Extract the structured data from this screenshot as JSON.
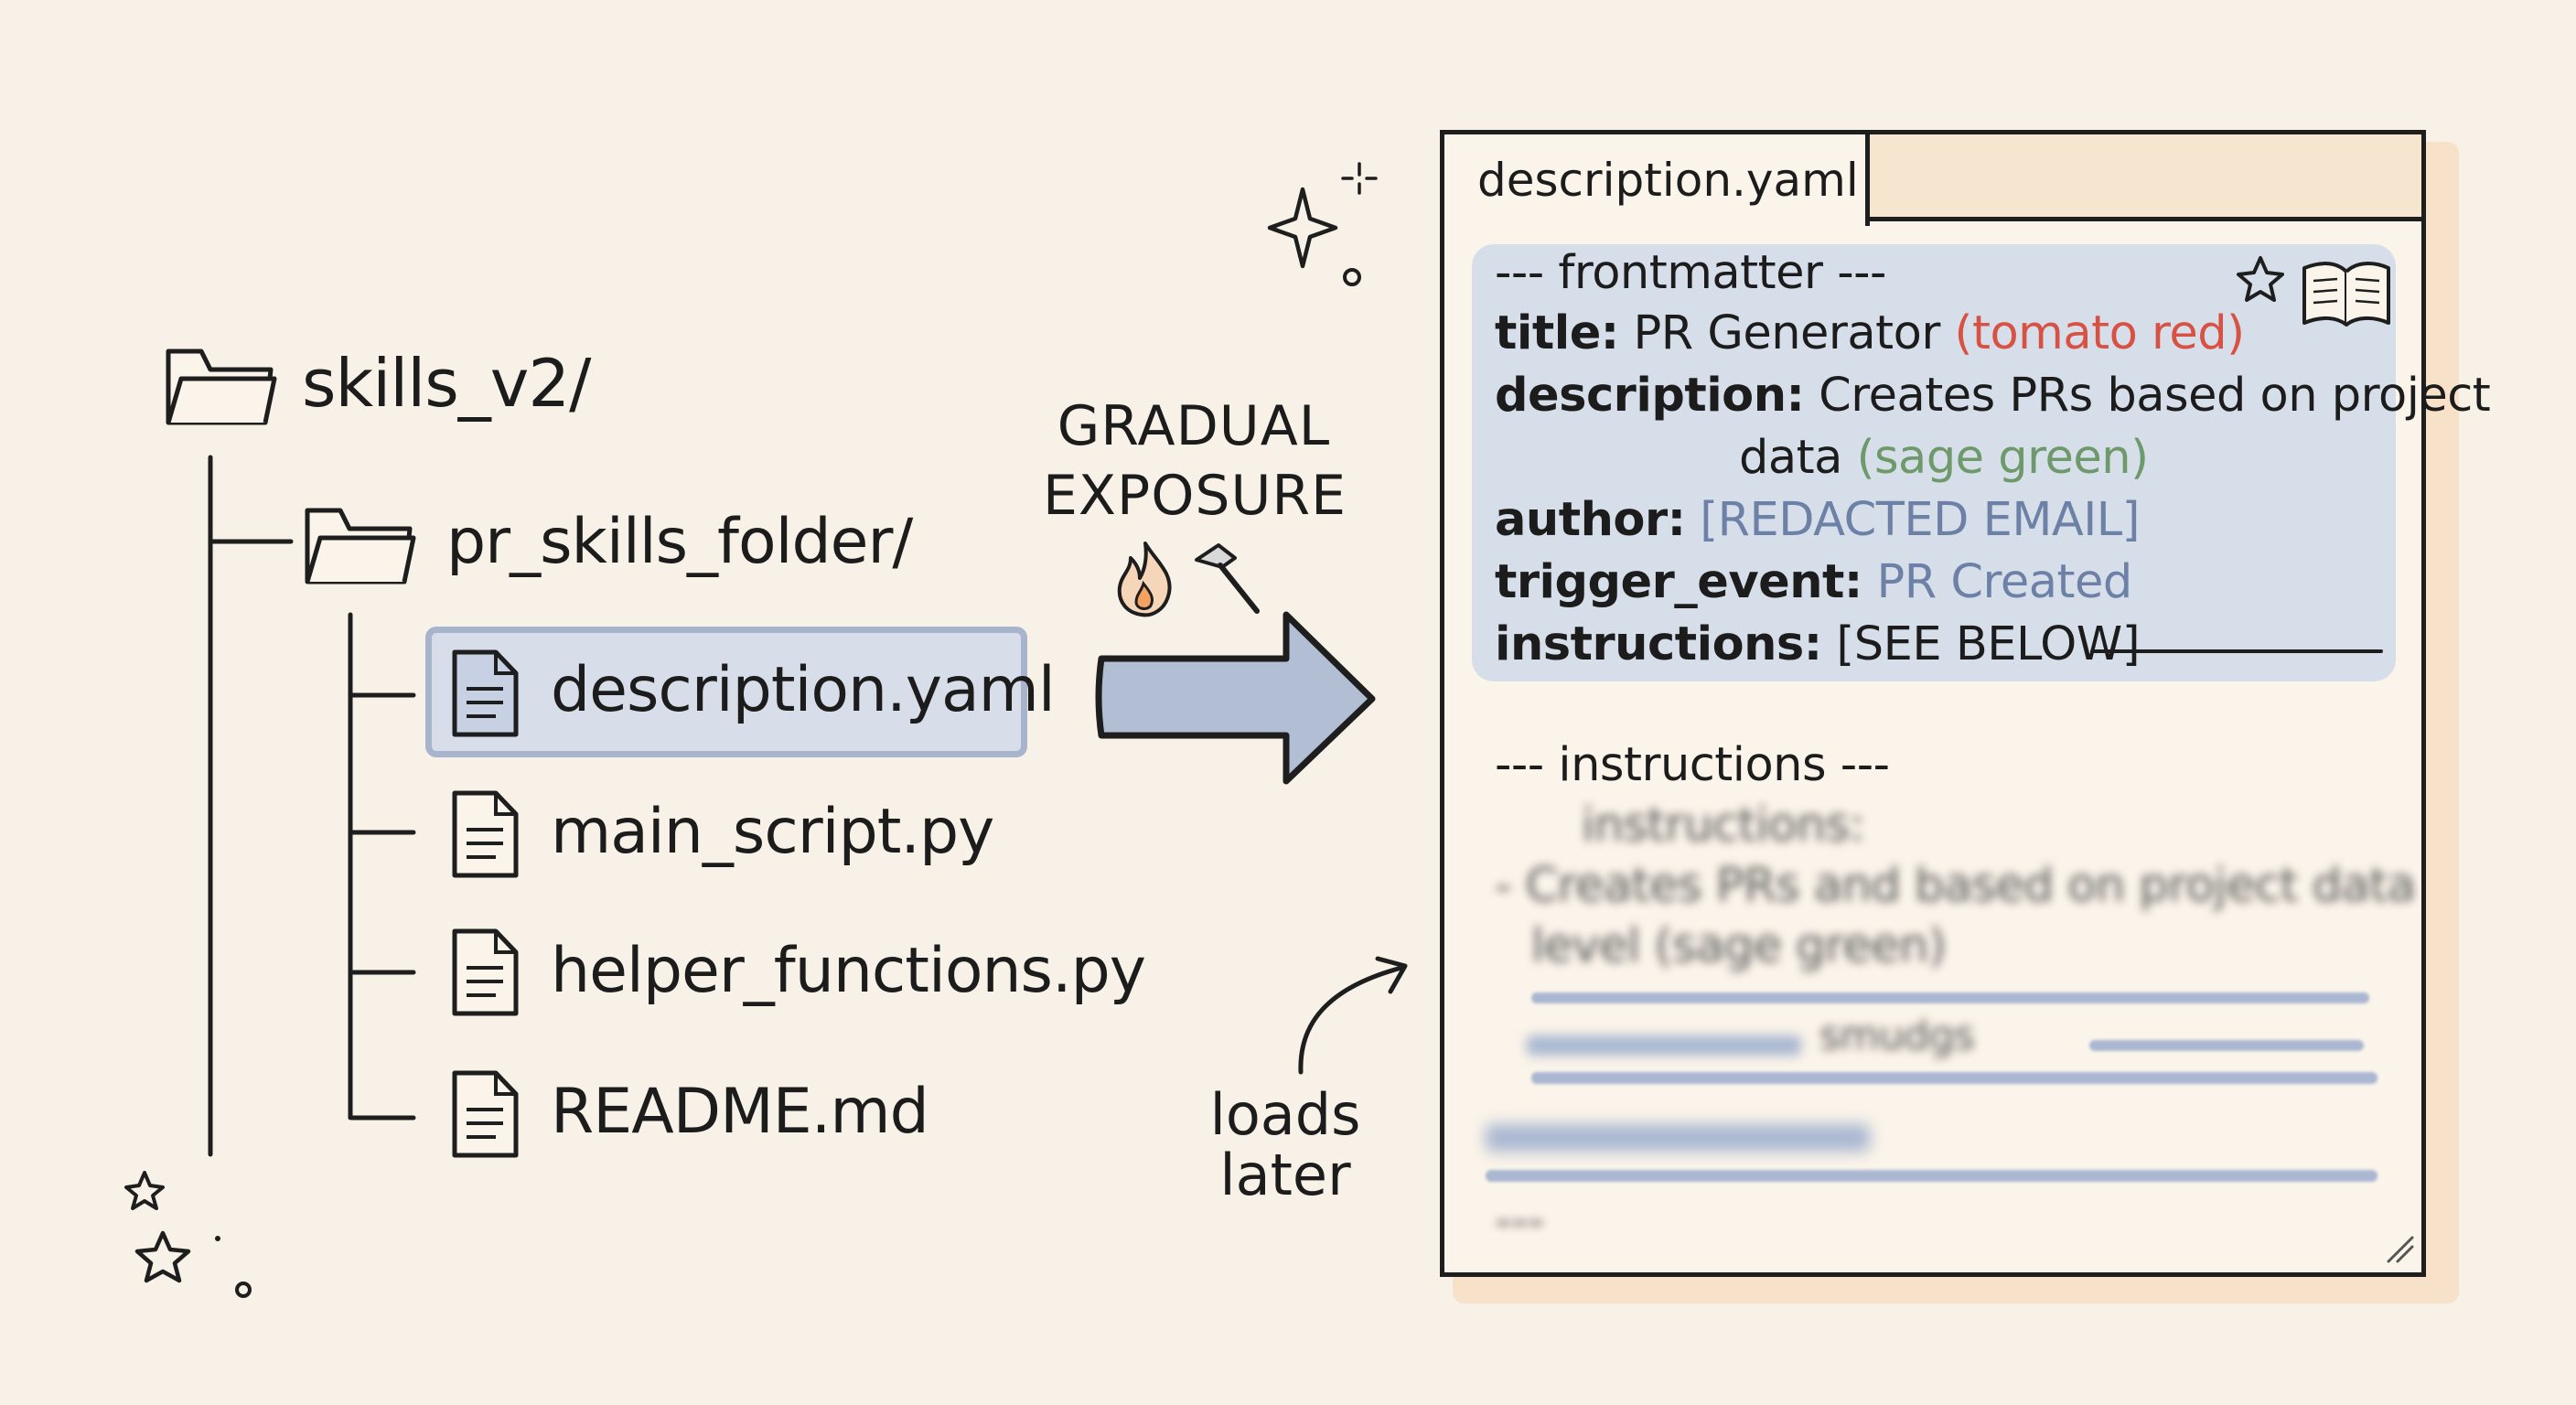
{
  "tree": {
    "root": "skills_v2/",
    "folder": "pr_skills_folder/",
    "files": [
      "description.yaml",
      "main_script.py",
      "helper_functions.py",
      "README.md"
    ],
    "selected_index": 0
  },
  "arrow": {
    "label_line1": "GRADUAL",
    "label_line2": "EXPOSURE"
  },
  "note": {
    "line1": "loads",
    "line2": "later"
  },
  "panel": {
    "tab_title": "description.yaml",
    "frontmatter": {
      "header": "--- frontmatter ---",
      "title_key": "title:",
      "title_value": "PR Generator",
      "title_note": "(tomato red)",
      "description_key": "description:",
      "description_value": "Creates PRs based on project",
      "description_value_cont": "data",
      "description_note": "(sage green)",
      "author_key": "author:",
      "author_value": "[REDACTED EMAIL]",
      "trigger_key": "trigger_event:",
      "trigger_value": "PR Created",
      "instructions_key": "instructions:",
      "instructions_value": "[SEE BELOW]"
    },
    "instructions": {
      "header": "--- instructions ---",
      "blurred_line1": "instructions:",
      "blurred_line2": "- Creates PRs and based on project data",
      "blurred_line3": "level (sage green)",
      "blurred_line4": "smudgs",
      "blurred_line6": "---"
    }
  },
  "colors": {
    "background": "#f8f1e7",
    "highlight": "#d7deea",
    "accent_red": "#d85243",
    "accent_green": "#6e9a6b",
    "accent_blue": "#6d80a6"
  }
}
